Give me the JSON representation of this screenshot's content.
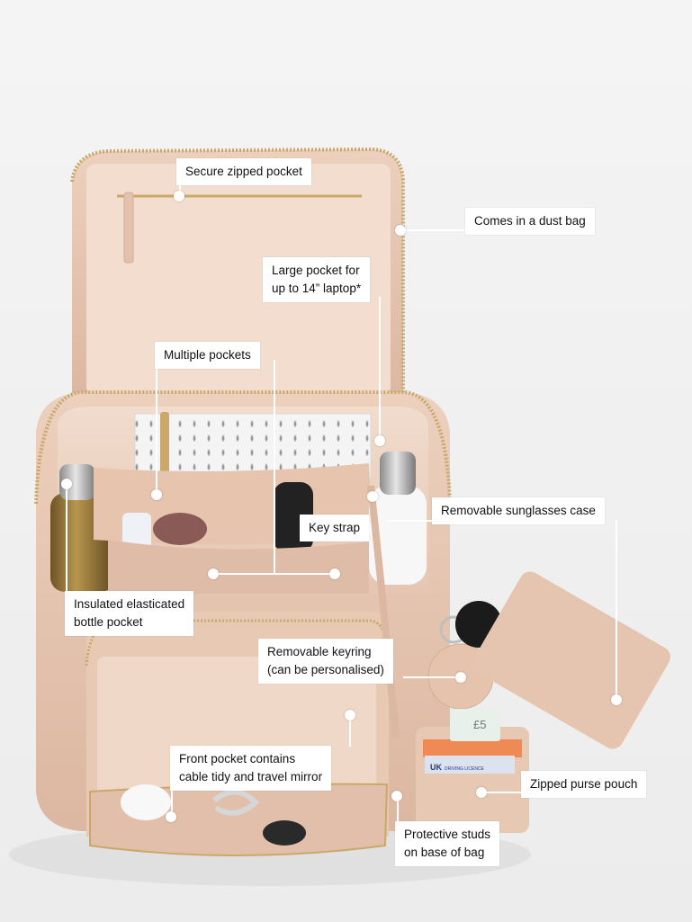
{
  "colors": {
    "background": "#f1f1f1",
    "bag_blush": "#e7c6b1",
    "bag_lining": "#ecd3c2",
    "gold_zip": "#c9a86a",
    "callout_bg": "#ffffff",
    "callout_text": "#111111"
  },
  "callouts": {
    "secure_zipped_pocket": "Secure zipped pocket",
    "dust_bag": "Comes in a dust bag",
    "large_pocket_line1": "Large pocket for",
    "large_pocket_line2": "up to 14” laptop*",
    "multiple_pockets": "Multiple pockets",
    "sunglasses_case": "Removable sunglasses case",
    "key_strap": "Key strap",
    "bottle_pocket_line1": "Insulated elasticated",
    "bottle_pocket_line2": "bottle pocket",
    "keyring_line1": "Removable keyring",
    "keyring_line2": "(can be personalised)",
    "front_pocket_line1": "Front pocket contains",
    "front_pocket_line2": "cable tidy and travel mirror",
    "purse_pouch": "Zipped purse pouch",
    "studs_line1": "Protective studs",
    "studs_line2": "on base of bag"
  },
  "printed_on_items": {
    "card_uk": "UK",
    "card_licence": "DRIVING LICENCE",
    "note_value": "£5"
  },
  "icons": {
    "hotspot": "white-dot-marker"
  }
}
